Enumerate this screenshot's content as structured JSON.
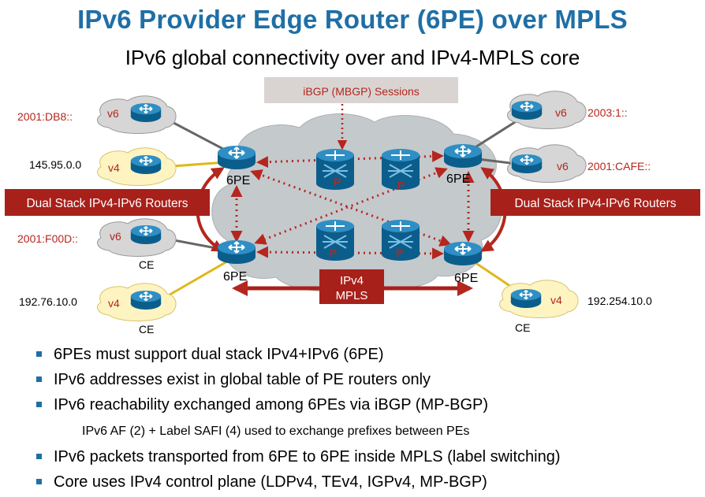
{
  "title": "IPv6 Provider Edge Router (6PE) over MPLS",
  "subtitle": "IPv6 global connectivity over and IPv4-MPLS core",
  "diagram": {
    "ibgp_label": "iBGP (MBGP) Sessions",
    "dual_stack_left": "Dual Stack IPv4-IPv6 Routers",
    "dual_stack_right": "Dual Stack IPv4-IPv6 Routers",
    "ipv4_label": "IPv4",
    "mpls_label": "MPLS",
    "pe_label": "6PE",
    "p_label": "P",
    "ce_label": "CE",
    "v6": "v6",
    "v4": "v4",
    "prefixes": {
      "left_top_v6": "2001:DB8::",
      "left_top_v4": "145.95.0.0",
      "left_bottom_v6": "2001:F00D::",
      "left_bottom_v4": "192.76.10.0",
      "right_top_v6_a": "2003:1::",
      "right_top_v6_b": "2001:CAFE::",
      "right_bottom_v4": "192.254.10.0"
    },
    "colors": {
      "accent_blue": "#1f6fa5",
      "red": "#b5261e",
      "cloud": "#c4c9cc",
      "v4_bubble": "#fdf4c2",
      "v6_bubble": "#d6d6d6"
    }
  },
  "bullets": [
    "6PEs must support dual stack IPv4+IPv6 (6PE)",
    "IPv6 addresses exist in global table of PE routers only",
    "IPv6 reachability exchanged among 6PEs via iBGP (MP-BGP)"
  ],
  "sub_bullet": "IPv6 AF (2) + Label SAFI (4) used to exchange prefixes between PEs",
  "bullets_2": [
    "IPv6 packets transported from 6PE to 6PE inside MPLS (label switching)",
    "Core uses IPv4 control plane (LDPv4, TEv4, IGPv4, MP-BGP)"
  ]
}
